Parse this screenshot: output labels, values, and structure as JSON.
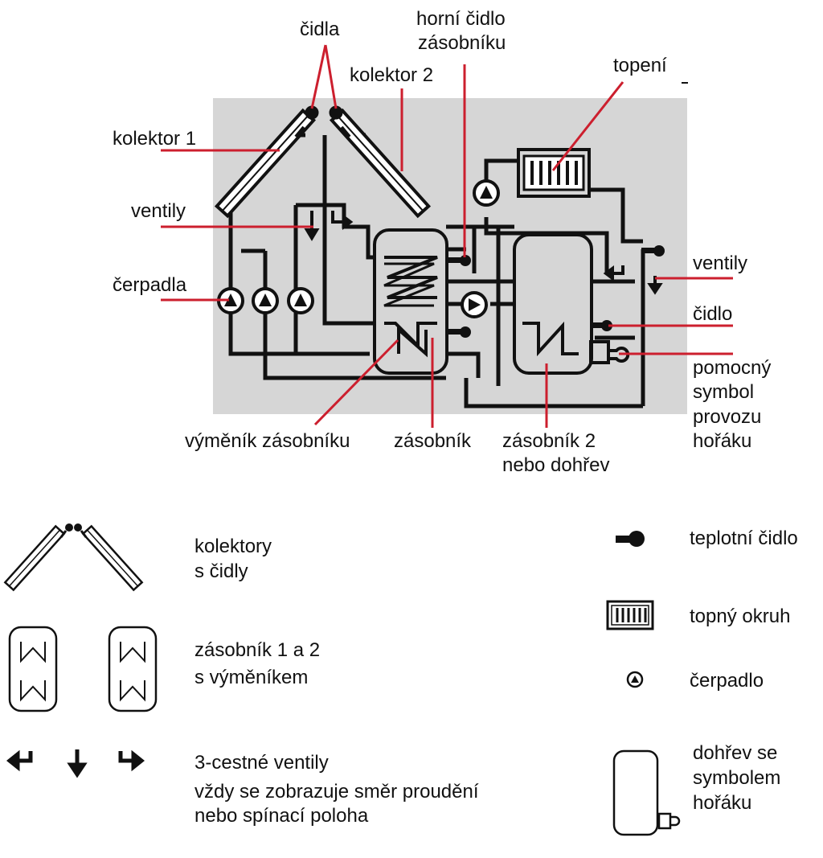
{
  "diagram": {
    "labels": {
      "cidla": "čidla",
      "horni_cidlo_1": "horní čidlo",
      "horni_cidlo_2": "zásobníku",
      "kolektor2": "kolektor 2",
      "topeni": "topení",
      "kolektor1": "kolektor 1",
      "ventily_left": "ventily",
      "cerpadla": "čerpadla",
      "ventily_right": "ventily",
      "cidlo": "čidlo",
      "pomocny_1": "pomocný",
      "pomocny_2": "symbol",
      "pomocny_3": "provozu",
      "pomocny_4": "hořáku",
      "vymenik": "výměník zásobníku",
      "zasobnik": "zásobník",
      "zasobnik2_1": "zásobník 2",
      "zasobnik2_2": "nebo dohřev"
    }
  },
  "legend": {
    "kolektory_1": "kolektory",
    "kolektory_2": "s čidly",
    "zasobnik_1": "zásobník 1 a 2",
    "zasobnik_2": "s výměníkem",
    "ventily_1": "3-cestné ventily",
    "ventily_2": "vždy se zobrazuje směr proudění",
    "ventily_3": "nebo spínací poloha",
    "teplotni_cidlo": "teplotní čidlo",
    "topny_okruh": "topný okruh",
    "cerpadlo": "čerpadlo",
    "dohrev_1": "dohřev se",
    "dohrev_2": "symbolem",
    "dohrev_3": "hořáku"
  },
  "colors": {
    "panel": "#d6d6d6",
    "line": "#111111",
    "leader": "#cc1f2e"
  }
}
